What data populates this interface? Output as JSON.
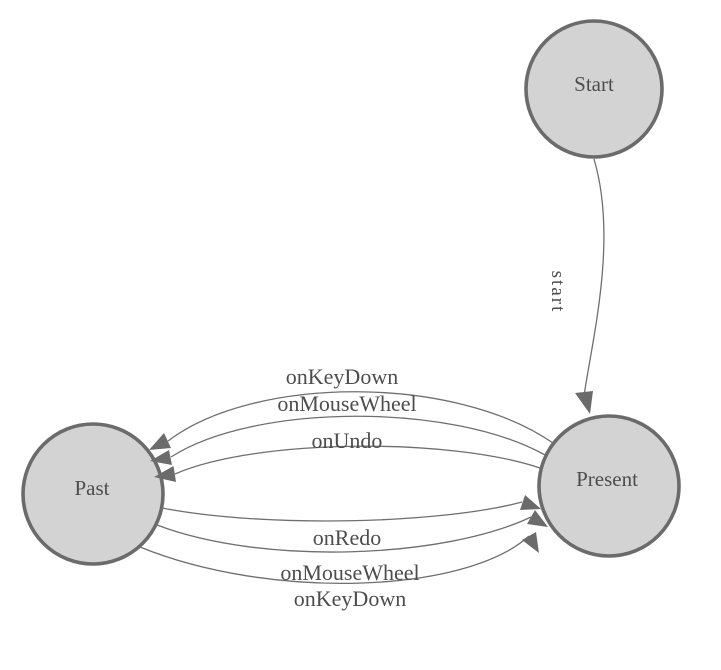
{
  "colors": {
    "background": "#ffffff",
    "node_fill": "#d3d3d3",
    "node_stroke": "#6b6b6b",
    "edge_stroke": "#6f6f6f",
    "arrow_fill": "#6b6b6b",
    "text": "#4d4d4d"
  },
  "nodes": [
    {
      "id": "start",
      "label": "Start"
    },
    {
      "id": "past",
      "label": "Past"
    },
    {
      "id": "present",
      "label": "Present"
    }
  ],
  "edges": [
    {
      "from": "Start",
      "to": "Present",
      "label": "start"
    },
    {
      "from": "Present",
      "to": "Past",
      "label": "onKeyDown"
    },
    {
      "from": "Present",
      "to": "Past",
      "label": "onMouseWheel"
    },
    {
      "from": "Present",
      "to": "Past",
      "label": "onUndo"
    },
    {
      "from": "Past",
      "to": "Present",
      "label": "onRedo"
    },
    {
      "from": "Past",
      "to": "Present",
      "label": "onMouseWheel"
    },
    {
      "from": "Past",
      "to": "Present",
      "label": "onKeyDown"
    }
  ]
}
